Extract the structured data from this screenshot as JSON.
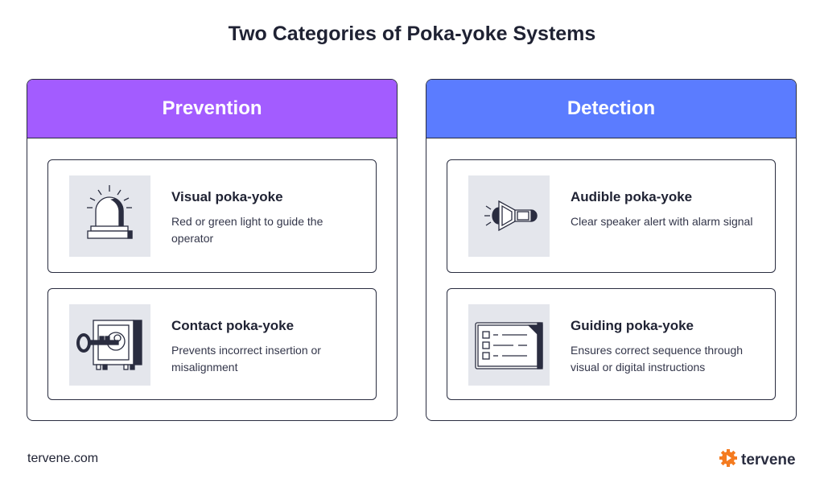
{
  "title": "Two Categories of Poka-yoke Systems",
  "panels": [
    {
      "heading": "Prevention",
      "color": "#a35cff",
      "cards": [
        {
          "icon": "siren-light-icon",
          "title": "Visual poka-yoke",
          "description": "Red or green light to guide the operator"
        },
        {
          "icon": "key-safe-icon",
          "title": "Contact poka-yoke",
          "description": "Prevents incorrect insertion or misalignment"
        }
      ]
    },
    {
      "heading": "Detection",
      "color": "#5b7cff",
      "cards": [
        {
          "icon": "speaker-icon",
          "title": "Audible poka-yoke",
          "description": "Clear speaker alert with alarm signal"
        },
        {
          "icon": "checklist-screen-icon",
          "title": "Guiding poka-yoke",
          "description": "Ensures correct sequence through visual or digital instructions"
        }
      ]
    }
  ],
  "footer": {
    "url": "tervene.com",
    "brand": "tervene",
    "brand_color": "#f47b20"
  }
}
